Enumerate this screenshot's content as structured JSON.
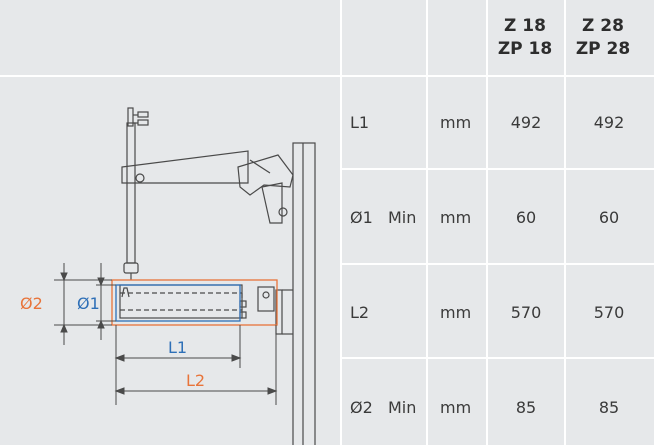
{
  "table": {
    "headers": [
      "",
      "",
      "Z 18\nZP 18",
      "Z 28\nZP 28"
    ],
    "header_model_1_line1": "Z 18",
    "header_model_1_line2": "ZP 18",
    "header_model_2_line1": "Z 28",
    "header_model_2_line2": "ZP 28",
    "rows": [
      {
        "param": "L1",
        "qualifier": "",
        "unit": "mm",
        "val1": "492",
        "val2": "492"
      },
      {
        "param": "Ø1",
        "qualifier": "Min",
        "unit": "mm",
        "val1": "60",
        "val2": "60"
      },
      {
        "param": "L2",
        "qualifier": "",
        "unit": "mm",
        "val1": "570",
        "val2": "570"
      },
      {
        "param": "Ø2",
        "qualifier": "Min",
        "unit": "mm",
        "val1": "85",
        "val2": "85"
      }
    ]
  },
  "diagram": {
    "labels": {
      "d2": "Ø2",
      "d1": "Ø1",
      "l1": "L1",
      "l2": "L2"
    },
    "colors": {
      "line": "#4a4a4a",
      "inner_dimension": "#2e6fb7",
      "outer_dimension": "#e8743a",
      "panel": "#e6e8ea"
    }
  }
}
